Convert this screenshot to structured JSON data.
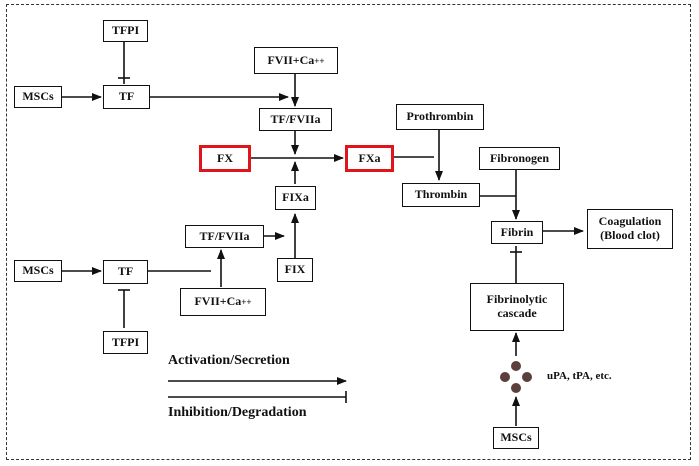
{
  "nodes": {
    "tfpi_top": "TFPI",
    "mscs_top": "MSCs",
    "tf_top": "TF",
    "fvii_ca_top": "FVII+Ca",
    "fvii_ca_top_sup": "++",
    "tf_fviia_top": "TF/FVIIa",
    "fx": "FX",
    "fxa": "FXa",
    "prothrombin": "Prothrombin",
    "thrombin": "Thrombin",
    "fibronogen": "Fibronogen",
    "fibrin": "Fibrin",
    "coagulation_line1": "Coagulation",
    "coagulation_line2": "(Blood clot)",
    "fixa": "FIXa",
    "fix": "FIX",
    "tf_fviia_bottom": "TF/FVIIa",
    "mscs_bottom": "MSCs",
    "tf_bottom": "TF",
    "fvii_ca_bottom": "FVII+Ca",
    "fvii_ca_bottom_sup": "++",
    "tfpi_bottom": "TFPI",
    "fibrinolytic_line1": "Fibrinolytic",
    "fibrinolytic_line2": "cascade",
    "mscs_right": "MSCs"
  },
  "labels": {
    "upa_tpa": "uPA, tPA, etc."
  },
  "legend": {
    "activation": "Activation/Secretion",
    "inhibition": "Inhibition/Degradation"
  },
  "colors": {
    "highlight": "#e0151b",
    "dots": "#5a3f3b",
    "ink": "#111111"
  }
}
